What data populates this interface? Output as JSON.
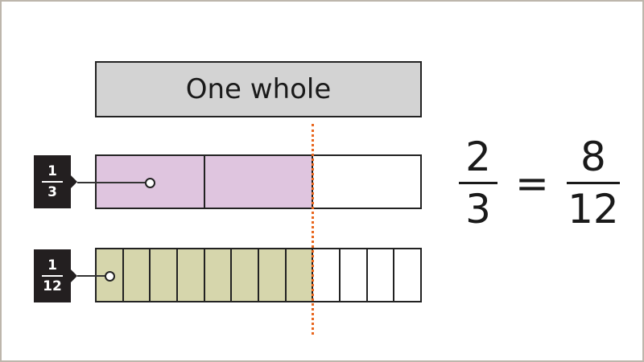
{
  "whole_label": "One whole",
  "colors": {
    "whole_fill": "#d3d3d3",
    "thirds_fill": "#dfc5df",
    "twelfths_fill": "#d6d6ac",
    "divider": "#e8661e",
    "label_bg": "#231f20"
  },
  "thirds": {
    "label": {
      "numerator": "1",
      "denominator": "3"
    },
    "total_parts": 3,
    "shaded_parts": 2
  },
  "twelfths": {
    "label": {
      "numerator": "1",
      "denominator": "12"
    },
    "total_parts": 12,
    "shaded_parts": 8
  },
  "equation": {
    "left": {
      "numerator": "2",
      "denominator": "3"
    },
    "operator": "=",
    "right": {
      "numerator": "8",
      "denominator": "12"
    }
  }
}
